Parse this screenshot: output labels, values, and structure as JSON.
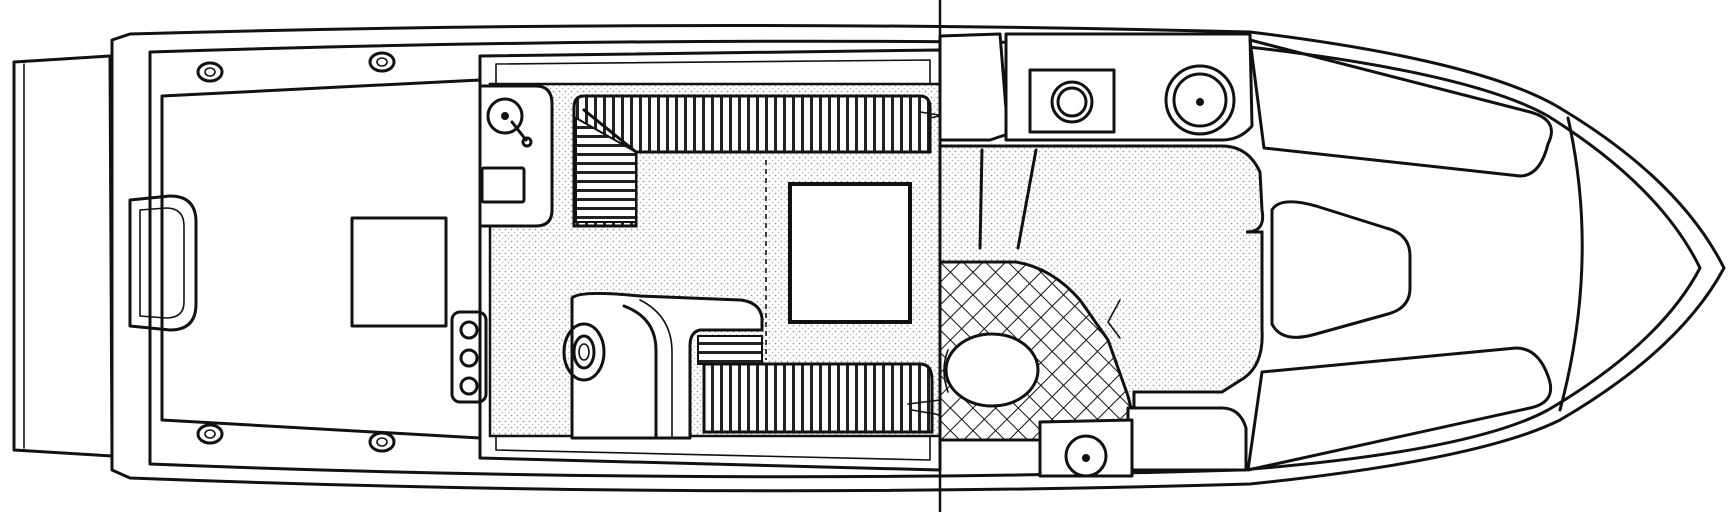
{
  "diagram": {
    "title": "",
    "colors": {
      "ink": "#111111",
      "paper": "#ffffff",
      "stipple": "#cfcfcf"
    },
    "components": [
      {
        "id": "hull-outline",
        "kind": "hull"
      },
      {
        "id": "swim-platform",
        "kind": "platform"
      },
      {
        "id": "cockpit-hatch",
        "kind": "hatch"
      },
      {
        "id": "helm-seat",
        "kind": "seat"
      },
      {
        "id": "settee-upper",
        "kind": "seating"
      },
      {
        "id": "settee-lower",
        "kind": "seating"
      },
      {
        "id": "salon-table",
        "kind": "table"
      },
      {
        "id": "galley-sink",
        "kind": "sink"
      },
      {
        "id": "head-toilet",
        "kind": "toilet"
      },
      {
        "id": "forward-vberth",
        "kind": "berth"
      },
      {
        "id": "bulkhead-centerline",
        "kind": "reference-line"
      }
    ]
  }
}
